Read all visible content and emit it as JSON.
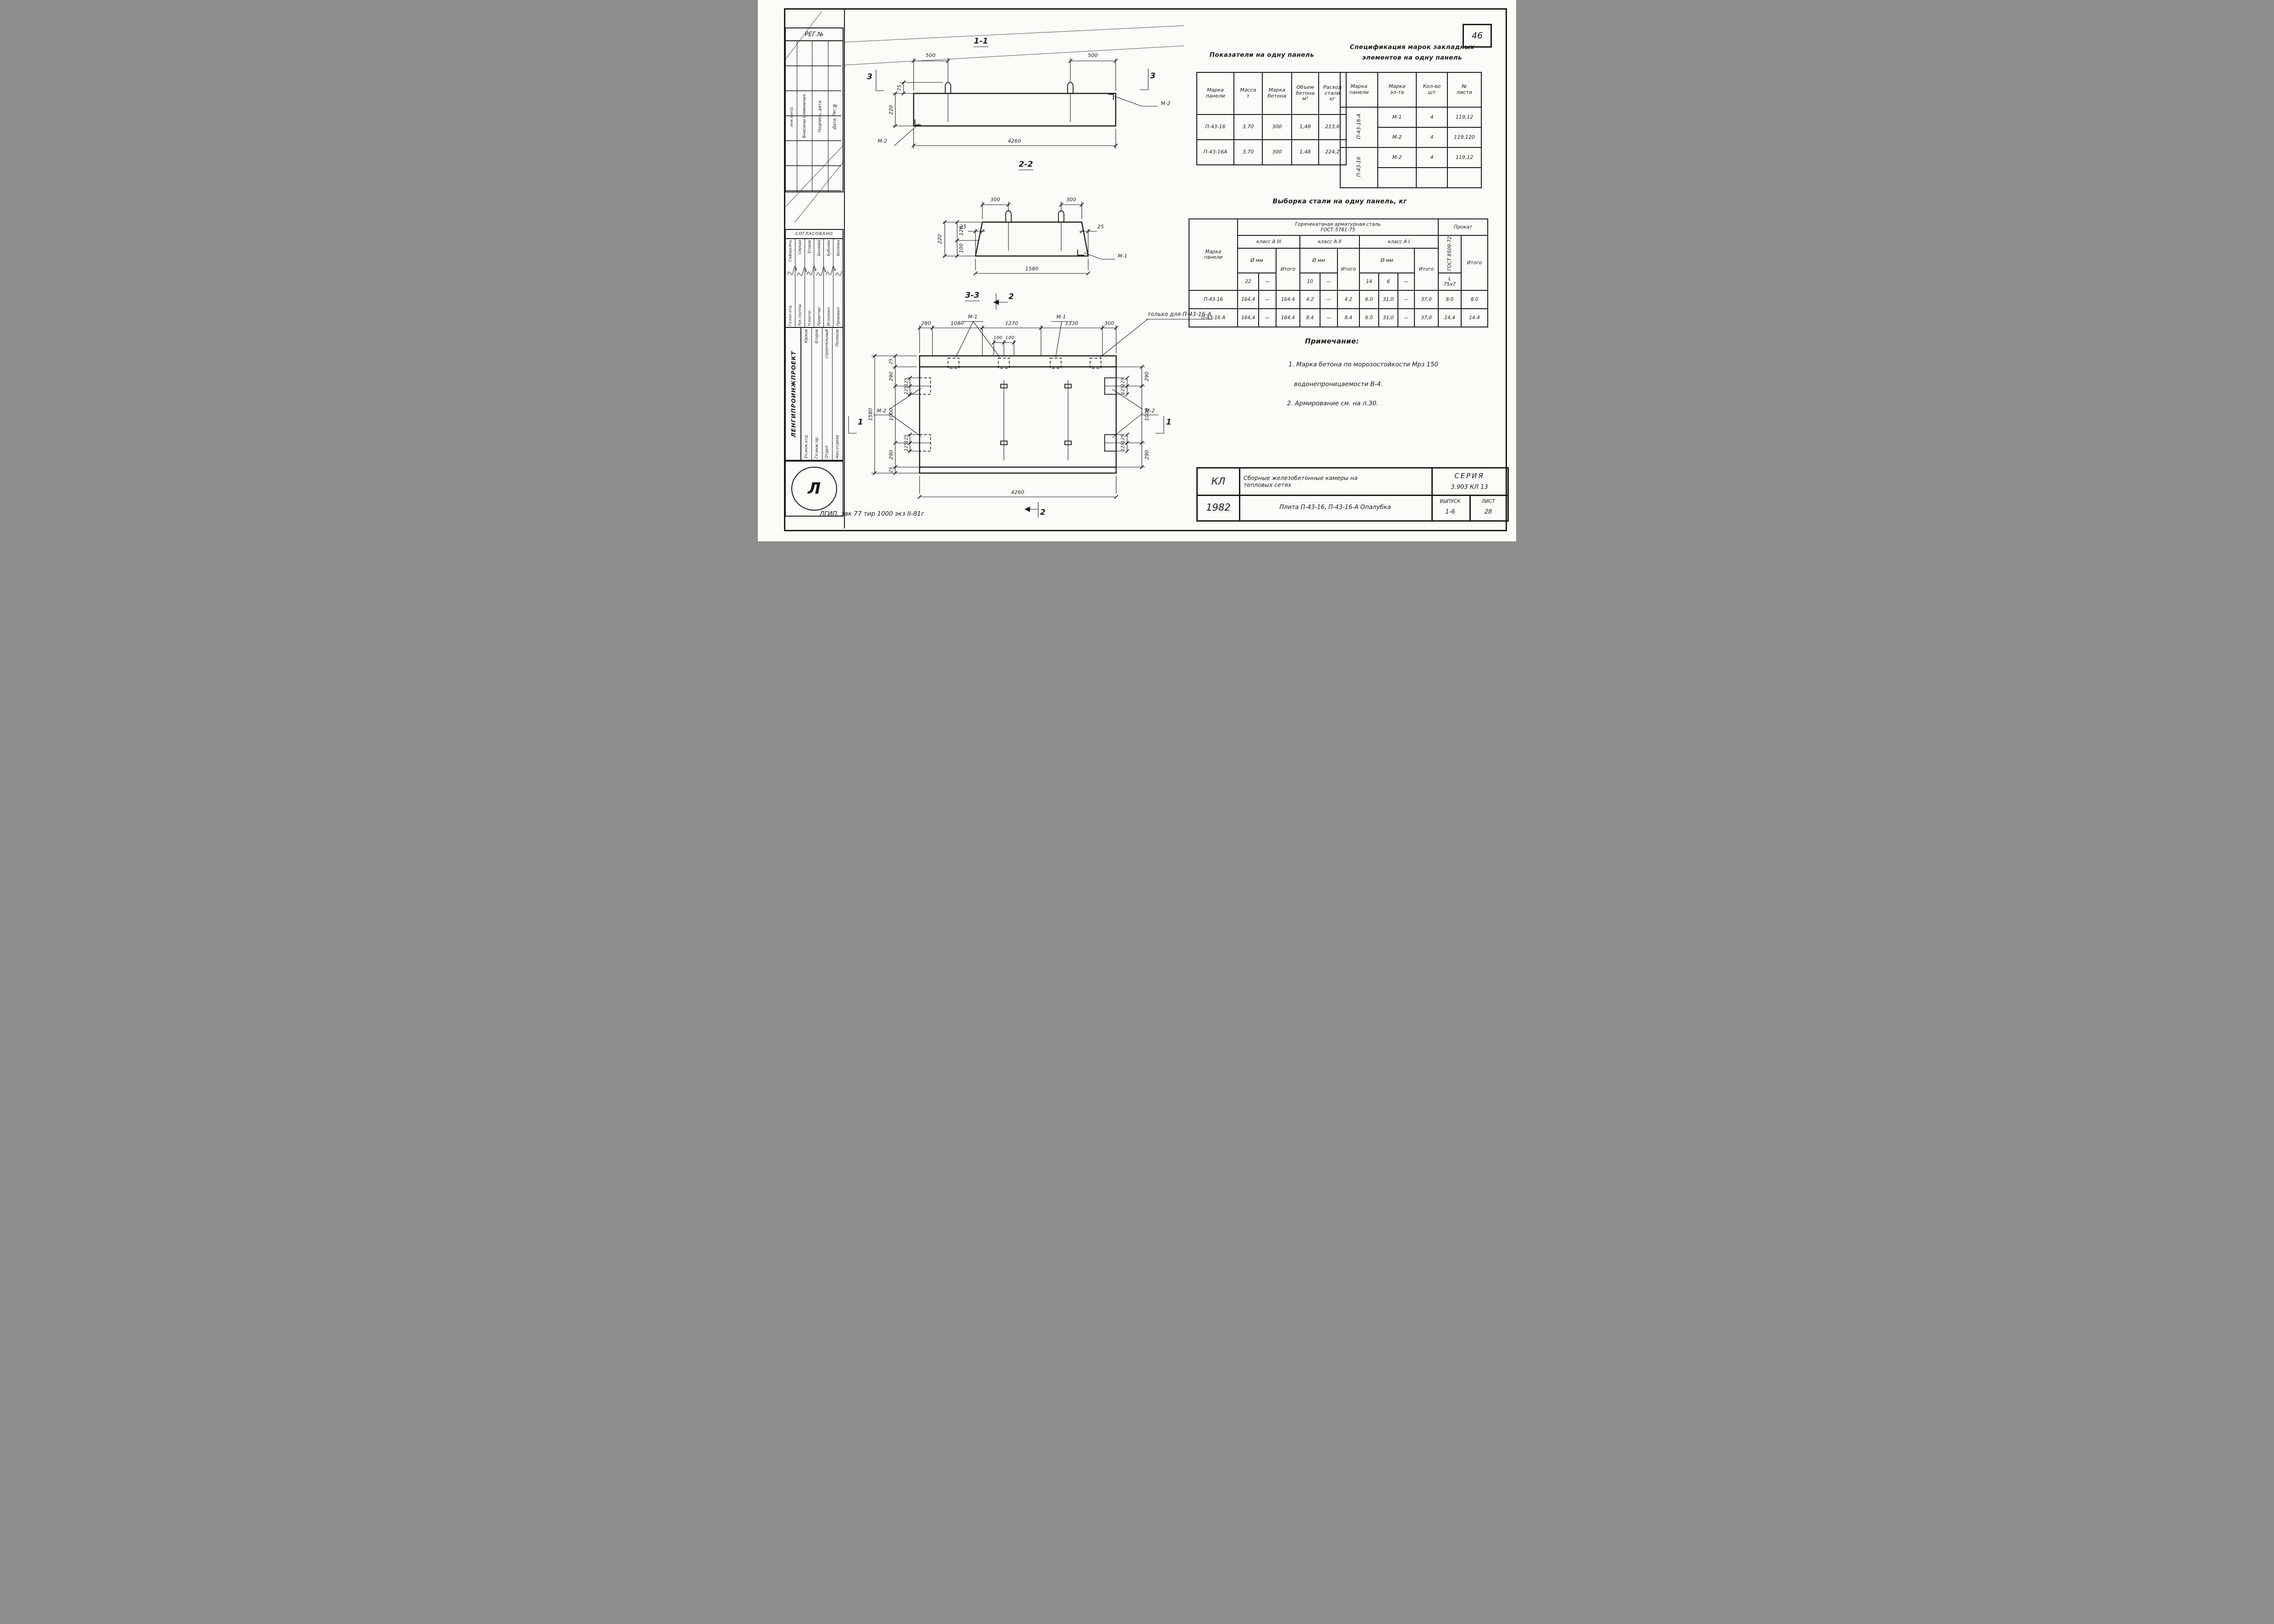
{
  "page": {
    "number": "46",
    "print_note": "ЛГИП. зак 77 тир 1000 экз II-81г"
  },
  "views": {
    "s1": {
      "title": "1-1",
      "d500l": "500",
      "d500r": "500",
      "d75": "75",
      "d220": "220",
      "d4260": "4260",
      "m2l": "М-2",
      "m2r": "М-2",
      "sec3l": "3",
      "sec3r": "3"
    },
    "s2": {
      "title": "2-2",
      "d300l": "300",
      "d300r": "300",
      "d25l": "25",
      "d25r": "25",
      "d220": "220",
      "d120": "120",
      "d100": "100",
      "d1580": "1580",
      "m1": "М-1"
    },
    "s3": {
      "title": "3-3",
      "d280": "280",
      "d1080": "1080",
      "d1270": "1270",
      "d1330": "1330",
      "d300": "300",
      "d100a": "100",
      "d100b": "100",
      "d25t": "25",
      "d290t": "290",
      "d1000": "1000",
      "d290b": "290",
      "d25b": "25",
      "d1580": "1580",
      "l125a": "125",
      "l125b": "125",
      "l125c": "125",
      "l125d": "125",
      "r290t": "290",
      "r1000": "1000",
      "r290b": "290",
      "r125a": "125",
      "r125b": "125",
      "r125c": "125",
      "r125d": "125",
      "d4260": "4260",
      "m1a": "М-1",
      "m1b": "М-1",
      "m2l": "М-2",
      "m2r": "М-2",
      "callout": "только для П-43-16-А",
      "sec2t": "2",
      "sec2b": "2",
      "sec1l": "1",
      "sec1r": "1"
    }
  },
  "table_indicators": {
    "title": "Показатели на одну панель",
    "headers": [
      "Марка\nпанели",
      "Масса\nт",
      "Марка\nбетона",
      "Объем\nбетона\nм³",
      "Расход\nстали\nкг"
    ],
    "rows": [
      [
        "П-43-16",
        "3,70",
        "300",
        "1,48",
        "213,6"
      ],
      [
        "П-43-16А",
        "3,70",
        "300",
        "1,48",
        "224,2"
      ]
    ]
  },
  "table_spec": {
    "title1": "Спецификация марок закладных",
    "title2": "элементов на одну панель",
    "headers": [
      "Марка\nпанели",
      "Марка\nэл-та",
      "Кол-во\nшт",
      "№\nлиста"
    ],
    "group1_panel": "П-43-16-А",
    "group2_panel": "П-43-16",
    "rows": [
      [
        "М-1",
        "4",
        "119,12"
      ],
      [
        "М-2",
        "4",
        "119,120"
      ],
      [
        "М-2",
        "4",
        "119,12"
      ],
      [
        "",
        "",
        ""
      ]
    ]
  },
  "table_steel": {
    "title": "Выборка стали на одну панель, кг",
    "col_panel": "Марка\nпанели",
    "hot_rolled": "Горячекатаная арматурная сталь",
    "gost": "ГОСТ-5781-75",
    "class_a3": "класс А III",
    "class_a2": "класс А II",
    "class_a1": "класс А I",
    "prokat": "Прокат",
    "dia": "Ø мм",
    "itogo": "Итого",
    "gost2": "ГОСТ 8509-72",
    "angle": "L\n75x7",
    "dia_a3": [
      "22",
      "—"
    ],
    "dia_a2": [
      "10",
      "—"
    ],
    "dia_a1": [
      "14",
      "6",
      "—"
    ],
    "rows": [
      {
        "panel": "П-43-16",
        "c": [
          "164,4",
          "—",
          "164.4",
          "4.2",
          "—",
          "4.2",
          "6.0",
          "31,0",
          "—",
          "37,0",
          "8.0",
          "8.0"
        ]
      },
      {
        "panel": "П-43-16 А",
        "c": [
          "164,4",
          "—",
          "164.4",
          "8.4",
          "—",
          "8.4",
          "6.0",
          "31,0",
          "—",
          "37,0",
          "14,4",
          "14.4"
        ]
      }
    ]
  },
  "notes": {
    "title": "Примечание:",
    "n1": "1. Марка бетона по морозостойкости Мрз 150",
    "n1b": "водонепроницаемости В-4.",
    "n2": "2. Армирование см. на л.30."
  },
  "title_block": {
    "code": "КЛ",
    "year": "1982",
    "project": "Сборные железобетонные камеры на\nтепловых сетях",
    "sheet_title": "Плита П-43-16, П-43-16-А Опалубка",
    "series_label": "СЕРИЯ",
    "series_value": "3.903 КЛ 13",
    "vypusk_label": "ВЫПУСК",
    "vypusk_value": "1-6",
    "list_label": "ЛИСТ",
    "list_value": "28"
  },
  "stamp": {
    "reg_header": "РЕГ.№",
    "reg_c1": "инж.контр.",
    "reg_c2": "Внесены изменения",
    "reg_c3": "Подпись, дата",
    "reg_c4": "Дата, Рег.№",
    "approved": "СОГЛАСОВАНО",
    "org": "ЛЕНГИПРОИНЖПРОЕКТ",
    "emblem_letter": "Л",
    "signers": [
      {
        "role": "Гл.кон.отд.",
        "name": "Сафарьянц"
      },
      {
        "role": "Рук.группы",
        "name": "Середа"
      },
      {
        "role": "Н.контр.",
        "name": "Егоров"
      },
      {
        "role": "Проектир.",
        "name": "Беляева"
      },
      {
        "role": "Исполнил",
        "name": "Бубнова"
      },
      {
        "role": "Проверил",
        "name": "Беляева"
      }
    ],
    "dept": [
      {
        "role": "Уч.инж.отд.",
        "name": "Юрков"
      },
      {
        "role": "Гл.инж.пр.",
        "name": "Егоров"
      },
      {
        "role": "Отдел",
        "name": "строительный"
      },
      {
        "role": "Нач.отдела",
        "name": "Поляков"
      }
    ]
  }
}
